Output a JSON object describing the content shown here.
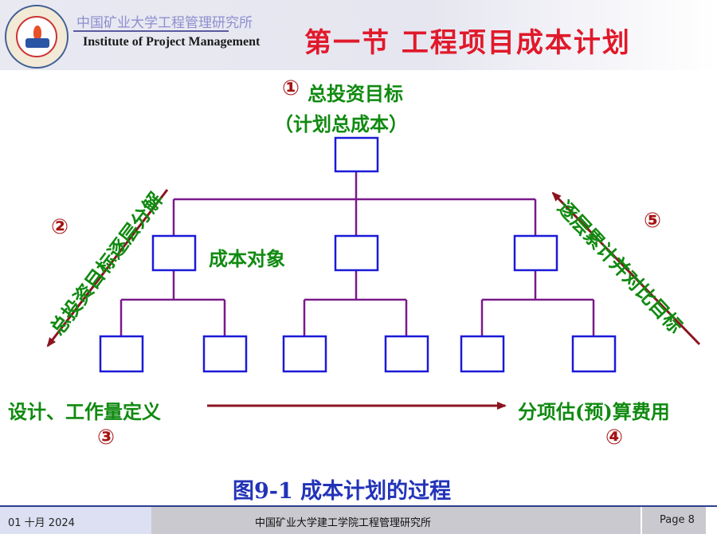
{
  "header": {
    "institute_cn": "中国矿业大学工程管理研究所",
    "institute_en": "Institute of Project Management",
    "slide_title": "第一节 工程项目成本计划"
  },
  "diagram": {
    "top_label": "总投资目标",
    "top_sub": "（计划总成本）",
    "mid_label": "成本对象",
    "left_arrow": "总投资目标逐层分解",
    "right_arrow": "逐层累计并对比目标",
    "bottom_left": "设计、工作量定义",
    "bottom_right": "分项估(预)算费用",
    "num1": "①",
    "num2": "②",
    "num3": "③",
    "num4": "④",
    "num5": "⑤",
    "caption": "图9-1  成本计划的过程"
  },
  "colors": {
    "box_border": "#1a1ad8",
    "connector": "#7a1a8a",
    "arrow": "#8b1520",
    "label_green": "#108a10",
    "number_red": "#a51414",
    "title_red": "#e0192a",
    "caption_blue": "#2233b8"
  },
  "footer": {
    "date": "01 十月 2024",
    "center": "中国矿业大学建工学院工程管理研究所",
    "page": "Page 8"
  }
}
